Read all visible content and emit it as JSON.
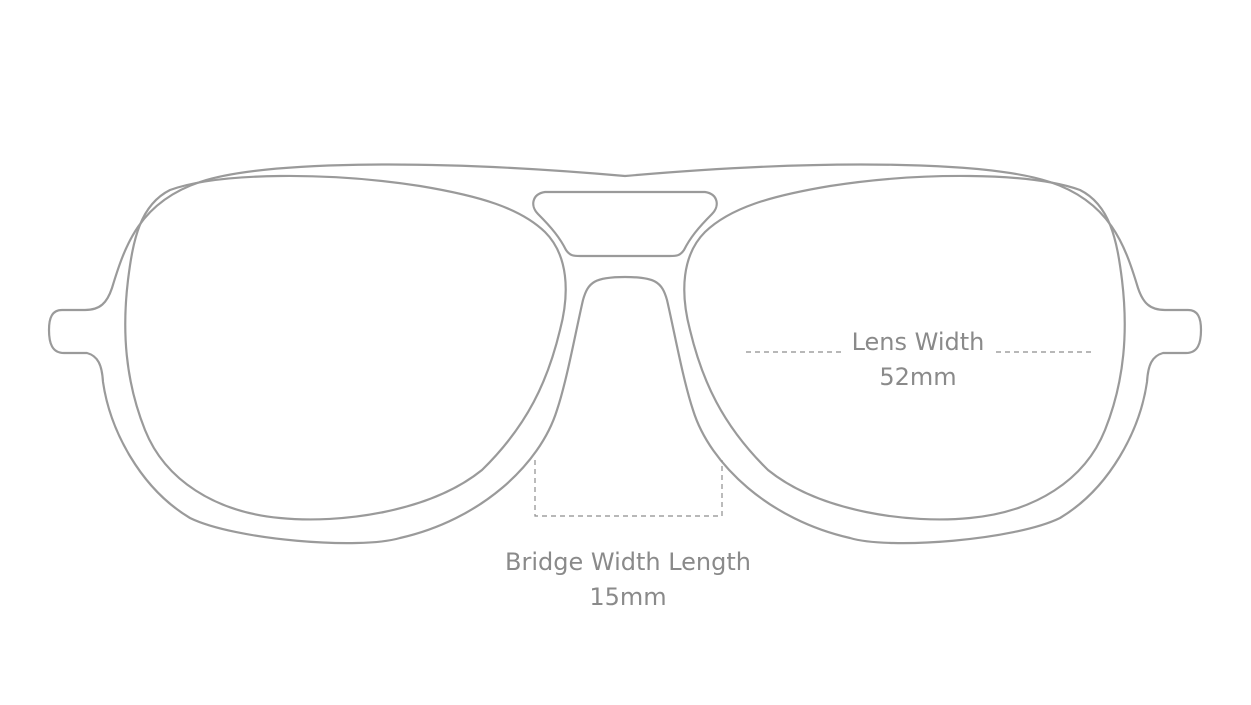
{
  "measurements": {
    "lens_width": {
      "label": "Lens Width",
      "value": "52mm"
    },
    "bridge_width": {
      "label": "Bridge Width Length",
      "value": "15mm"
    }
  },
  "colors": {
    "outline": "#9a9a9a",
    "text": "#8a8a8a",
    "background": "#ffffff"
  }
}
